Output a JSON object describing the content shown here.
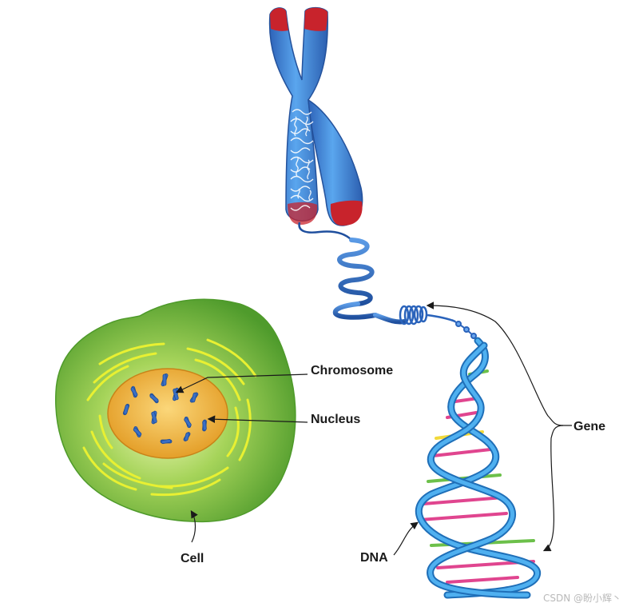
{
  "labels": {
    "chromosome": "Chromosome",
    "nucleus": "Nucleus",
    "gene": "Gene",
    "cell": "Cell",
    "dna": "DNA"
  },
  "watermark": "CSDN @盼小辉丶",
  "colors": {
    "cell_fill": "#7cc243",
    "cell_edge": "#4e9a2a",
    "organelle": "#e8f032",
    "nucleus_fill": "#f3b53c",
    "chromosome_blue": "#3a7fd0",
    "telomere_red": "#c8232c",
    "dna_strand": "#2f8fdc",
    "base_pink": "#e0458f",
    "base_green": "#6cc04a",
    "base_yellow": "#f1d93a"
  }
}
